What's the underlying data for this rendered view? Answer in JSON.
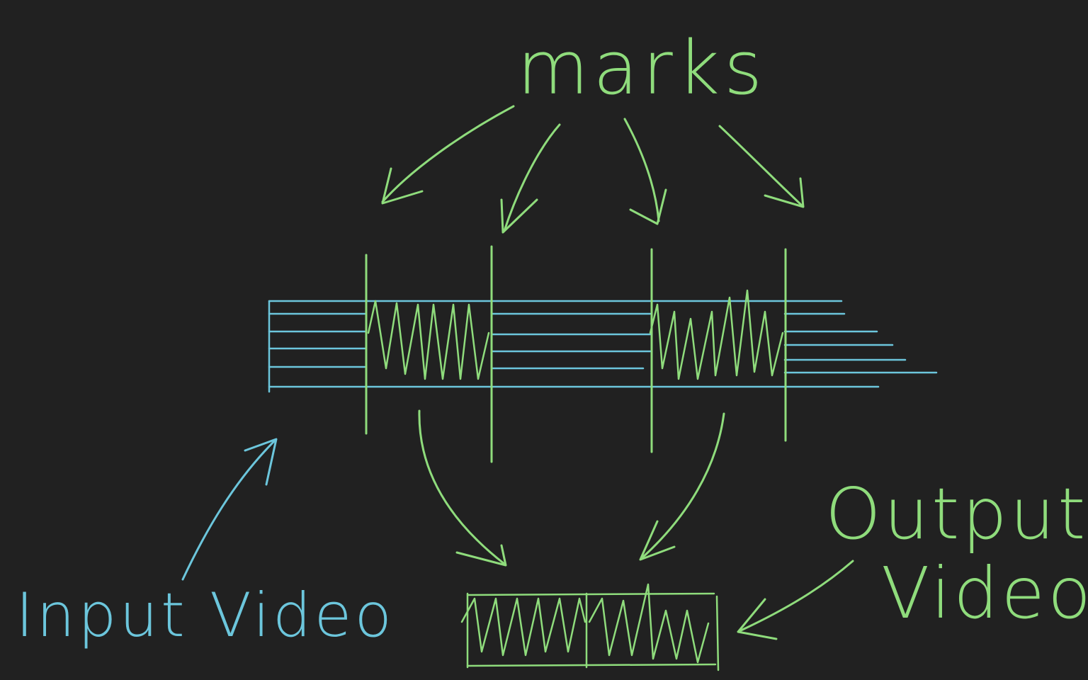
{
  "labels": {
    "marks": "marks",
    "input_video": "Input Video",
    "output_line1": "Output",
    "output_line2": "Video"
  },
  "colors": {
    "background": "#212121",
    "green": "#8fdc7c",
    "blue": "#6cc6dc"
  }
}
